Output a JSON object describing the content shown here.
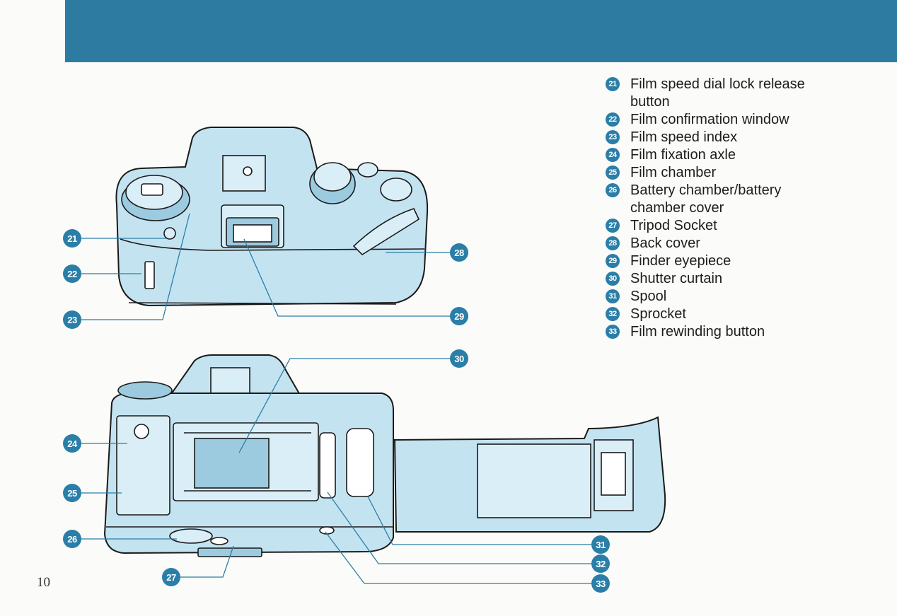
{
  "page_number": "10",
  "colors": {
    "header": "#2d7ba1",
    "accent": "#2a7ea7",
    "camera_fill": "#c4e3f1"
  },
  "legend": [
    {
      "num": "21",
      "label": "Film speed dial lock release button"
    },
    {
      "num": "22",
      "label": "Film confirmation window"
    },
    {
      "num": "23",
      "label": "Film speed index"
    },
    {
      "num": "24",
      "label": "Film fixation axle"
    },
    {
      "num": "25",
      "label": "Film chamber"
    },
    {
      "num": "26",
      "label": "Battery chamber/battery chamber cover"
    },
    {
      "num": "27",
      "label": "Tripod Socket"
    },
    {
      "num": "28",
      "label": "Back cover"
    },
    {
      "num": "29",
      "label": "Finder eyepiece"
    },
    {
      "num": "30",
      "label": "Shutter curtain"
    },
    {
      "num": "31",
      "label": "Spool"
    },
    {
      "num": "32",
      "label": "Sprocket"
    },
    {
      "num": "33",
      "label": "Film rewinding button"
    }
  ],
  "callouts": {
    "c21": "21",
    "c22": "22",
    "c23": "23",
    "c24": "24",
    "c25": "25",
    "c26": "26",
    "c27": "27",
    "c28": "28",
    "c29": "29",
    "c30": "30",
    "c31": "31",
    "c32": "32",
    "c33": "33"
  }
}
